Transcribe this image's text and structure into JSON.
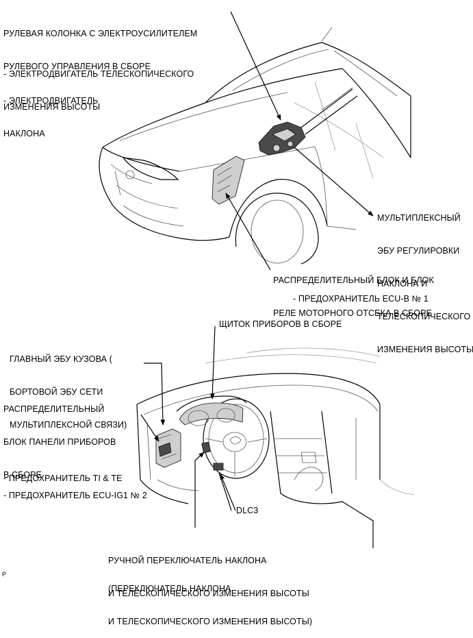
{
  "labels": {
    "steering_column": [
      "РУЛЕВАЯ КОЛОНКА С ЭЛЕКТРОУСИЛИТЕЛЕМ",
      "РУЛЕВОГО УПРАВЛЕНИЯ В СБОРЕ"
    ],
    "telescopic_motor": [
      "- ЭЛЕКТРОДВИГАТЕЛЬ ТЕЛЕСКОПИЧЕСКОГО",
      "ИЗМЕНЕНИЯ ВЫСОТЫ"
    ],
    "tilt_motor": [
      "- ЭЛЕКТРОДВИГАТЕЛЬ",
      "НАКЛОНА"
    ],
    "tilt_tele_ecu": [
      "МУЛЬТИПЛЕКСНЫЙ",
      "ЭБУ РЕГУЛИРОВКИ",
      "НАКЛОНА И",
      "ТЕЛЕСКОПИЧЕСКОГО",
      "ИЗМЕНЕНИЯ ВЫСОТЫ"
    ],
    "engine_relay_block": [
      "РАСПРЕДЕЛИТЕЛЬНЫЙ БЛОК И БЛОК",
      "РЕЛЕ МОТОРНОГО ОТСЕКА В СБОРЕ"
    ],
    "fuse_ecu_b": "- ПРЕДОХРАНИТЕЛЬ ECU-B № 1",
    "main_body_ecu": [
      "ГЛАВНЫЙ ЭБУ КУЗОВА (",
      "БОРТОВОЙ ЭБУ СЕТИ",
      "МУЛЬТИПЛЕКСНОЙ СВЯЗИ)"
    ],
    "combination_meter": "ЩИТОК ПРИБОРОВ В СБОРЕ",
    "instrument_panel_jb": [
      "РАСПРЕДЕЛИТЕЛЬНЫЙ",
      "БЛОК ПАНЕЛИ ПРИБОРОВ",
      "В СБОРЕ"
    ],
    "fuse_ti_te": "- ПРЕДОХРАНИТЕЛЬ TI & TE",
    "fuse_ecu_ig1": "- ПРЕДОХРАНИТЕЛЬ ECU-IG1 № 2",
    "dlc3": "DLC3",
    "manual_switch": [
      "РУЧНОЙ ПЕРЕКЛЮЧАТЕЛЬ НАКЛОНА",
      "И ТЕЛЕСКОПИЧЕСКОГО ИЗМЕНЕНИЯ ВЫСОТЫ"
    ],
    "switch_alias": [
      "(ПЕРЕКЛЮЧАТЕЛЬ НАКЛОНА",
      "И ТЕЛЕСКОПИЧЕСКОГО ИЗМЕНЕНИЯ ВЫСОТЫ)"
    ],
    "corner_mark": "P"
  }
}
